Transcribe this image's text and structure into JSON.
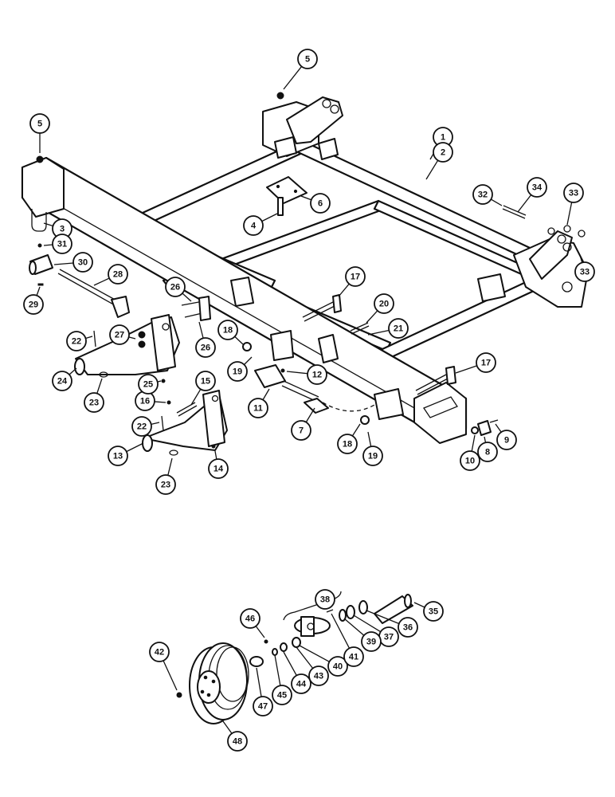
{
  "callouts": [
    {
      "id": "c1",
      "label": "1"
    },
    {
      "id": "c2",
      "label": "2"
    },
    {
      "id": "c3",
      "label": "3"
    },
    {
      "id": "c4",
      "label": "4"
    },
    {
      "id": "c5a",
      "label": "5"
    },
    {
      "id": "c5b",
      "label": "5"
    },
    {
      "id": "c6",
      "label": "6"
    },
    {
      "id": "c7",
      "label": "7"
    },
    {
      "id": "c8",
      "label": "8"
    },
    {
      "id": "c9",
      "label": "9"
    },
    {
      "id": "c10",
      "label": "10"
    },
    {
      "id": "c11",
      "label": "11"
    },
    {
      "id": "c12",
      "label": "12"
    },
    {
      "id": "c13",
      "label": "13"
    },
    {
      "id": "c14",
      "label": "14"
    },
    {
      "id": "c15",
      "label": "15"
    },
    {
      "id": "c16",
      "label": "16"
    },
    {
      "id": "c17a",
      "label": "17"
    },
    {
      "id": "c17b",
      "label": "17"
    },
    {
      "id": "c18a",
      "label": "18"
    },
    {
      "id": "c18b",
      "label": "18"
    },
    {
      "id": "c19a",
      "label": "19"
    },
    {
      "id": "c19b",
      "label": "19"
    },
    {
      "id": "c20",
      "label": "20"
    },
    {
      "id": "c21",
      "label": "21"
    },
    {
      "id": "c22a",
      "label": "22"
    },
    {
      "id": "c22b",
      "label": "22"
    },
    {
      "id": "c23a",
      "label": "23"
    },
    {
      "id": "c23b",
      "label": "23"
    },
    {
      "id": "c24",
      "label": "24"
    },
    {
      "id": "c25",
      "label": "25"
    },
    {
      "id": "c26a",
      "label": "26"
    },
    {
      "id": "c26b",
      "label": "26"
    },
    {
      "id": "c27",
      "label": "27"
    },
    {
      "id": "c28",
      "label": "28"
    },
    {
      "id": "c29",
      "label": "29"
    },
    {
      "id": "c30",
      "label": "30"
    },
    {
      "id": "c31",
      "label": "31"
    },
    {
      "id": "c32",
      "label": "32"
    },
    {
      "id": "c33a",
      "label": "33"
    },
    {
      "id": "c33b",
      "label": "33"
    },
    {
      "id": "c34",
      "label": "34"
    },
    {
      "id": "c35",
      "label": "35"
    },
    {
      "id": "c36",
      "label": "36"
    },
    {
      "id": "c37",
      "label": "37"
    },
    {
      "id": "c38",
      "label": "38"
    },
    {
      "id": "c39",
      "label": "39"
    },
    {
      "id": "c40",
      "label": "40"
    },
    {
      "id": "c41",
      "label": "41"
    },
    {
      "id": "c42",
      "label": "42"
    },
    {
      "id": "c43",
      "label": "43"
    },
    {
      "id": "c44",
      "label": "44"
    },
    {
      "id": "c45",
      "label": "45"
    },
    {
      "id": "c46",
      "label": "46"
    },
    {
      "id": "c47",
      "label": "47"
    },
    {
      "id": "c48",
      "label": "48"
    }
  ]
}
